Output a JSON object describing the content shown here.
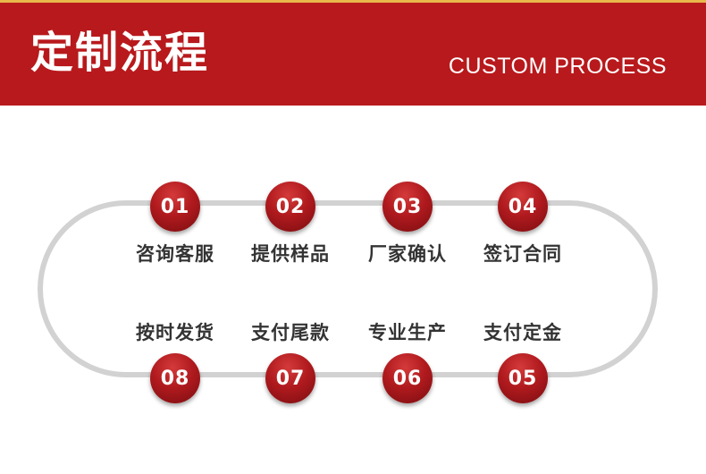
{
  "header": {
    "title_cn": "定制流程",
    "title_en": "CUSTOM PROCESS"
  },
  "steps_top": [
    {
      "num": "01",
      "label": "咨询客服"
    },
    {
      "num": "02",
      "label": "提供样品"
    },
    {
      "num": "03",
      "label": "厂家确认"
    },
    {
      "num": "04",
      "label": "签订合同"
    }
  ],
  "steps_bottom": [
    {
      "num": "08",
      "label": "按时发货"
    },
    {
      "num": "07",
      "label": "支付尾款"
    },
    {
      "num": "06",
      "label": "专业生产"
    },
    {
      "num": "05",
      "label": "支付定金"
    }
  ],
  "colors": {
    "header_bg": "#b8191c",
    "header_border": "#e8b84a",
    "track": "#d2d2d2",
    "circle": "#b01a1e",
    "label": "#333333"
  }
}
